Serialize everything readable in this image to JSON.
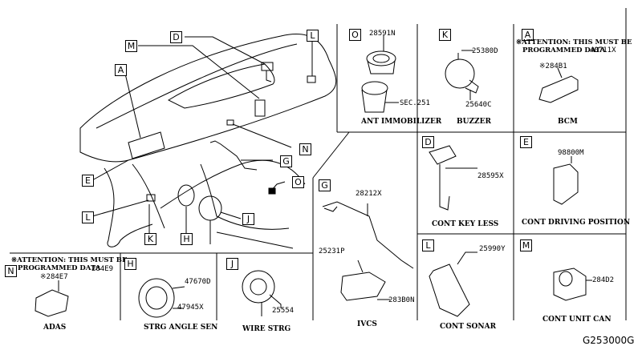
{
  "diagram_code": "G253000G",
  "overview": {
    "callouts": [
      "A",
      "M",
      "D",
      "L",
      "N",
      "E",
      "G",
      "O",
      "L",
      "K",
      "H",
      "J"
    ]
  },
  "panels": {
    "O": {
      "letter": "O",
      "parts": [
        "28591N",
        "SEC.251"
      ],
      "caption": "ANT IMMOBILIZER"
    },
    "K": {
      "letter": "K",
      "parts": [
        "25380D",
        "25640C"
      ],
      "caption": "BUZZER"
    },
    "A": {
      "letter": "A",
      "note_line1": "※ATTENTION: THIS MUST BE",
      "note_line2": "PROGRAMMED DATA",
      "note_code": "40711X",
      "parts": [
        "※284B1"
      ],
      "caption": "BCM"
    },
    "D": {
      "letter": "D",
      "parts": [
        "28595X"
      ],
      "caption": "CONT KEY LESS"
    },
    "E": {
      "letter": "E",
      "parts": [
        "98800M"
      ],
      "caption": "CONT DRIVING POSITION"
    },
    "G": {
      "letter": "G",
      "parts": [
        "28212X",
        "25231P",
        "283B0N"
      ],
      "caption": "IVCS"
    },
    "L": {
      "letter": "L",
      "parts": [
        "25990Y"
      ],
      "caption": "CONT SONAR"
    },
    "M": {
      "letter": "M",
      "parts": [
        "284D2"
      ],
      "caption": "CONT UNIT CAN"
    },
    "N": {
      "letter": "N",
      "note_line1": "※ATTENTION: THIS MUST BE",
      "note_line2": "PROGRAMMED DATA",
      "note_code": "284E9",
      "parts": [
        "※284E7"
      ],
      "caption": "ADAS"
    },
    "H": {
      "letter": "H",
      "parts": [
        "47670D",
        "47945X"
      ],
      "caption": "STRG ANGLE SEN"
    },
    "J": {
      "letter": "J",
      "parts": [
        "25554"
      ],
      "caption": "WIRE STRG"
    }
  }
}
